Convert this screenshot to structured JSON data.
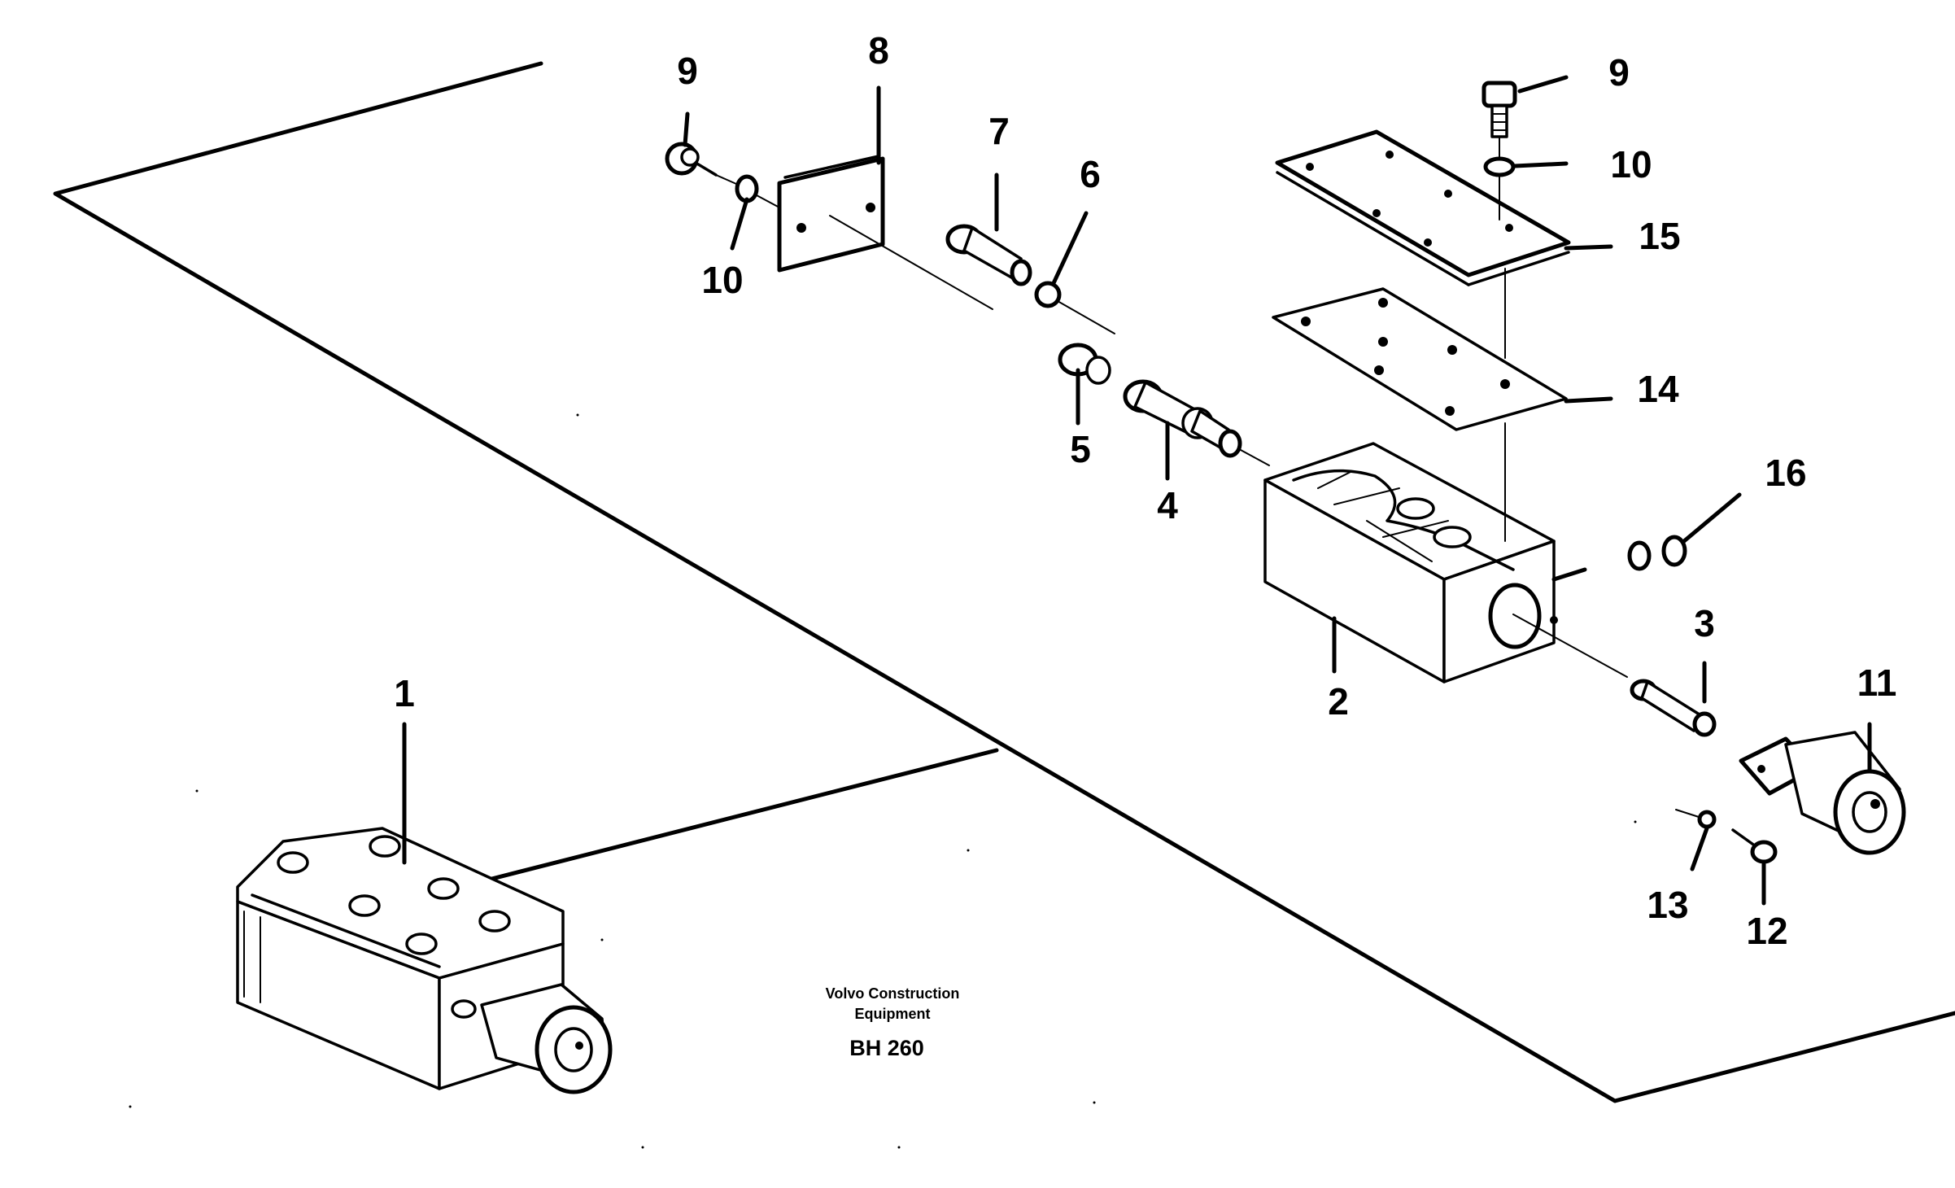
{
  "diagram": {
    "callouts": {
      "c1": "1",
      "c2": "2",
      "c3": "3",
      "c4": "4",
      "c5": "5",
      "c6": "6",
      "c7": "7",
      "c8": "8",
      "c9a": "9",
      "c9b": "9",
      "c10a": "10",
      "c10b": "10",
      "c11": "11",
      "c12": "12",
      "c13": "13",
      "c14": "14",
      "c15": "15",
      "c16": "16"
    },
    "caption": {
      "line1": "Volvo Construction",
      "line2": "Equipment",
      "code": "BH 260"
    }
  }
}
